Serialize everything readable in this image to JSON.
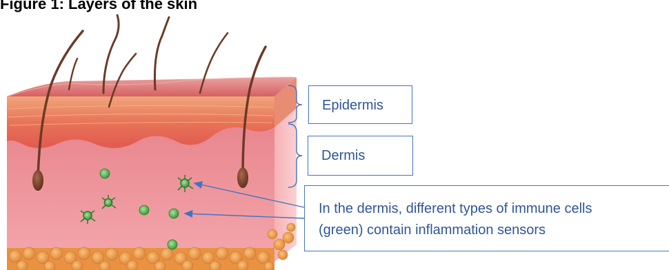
{
  "title": "Figure 1: Layers of the skin",
  "labels": {
    "epidermis": "Epidermis",
    "dermis": "Dermis",
    "note_line1": "In the dermis, different types of immune cells",
    "note_line2": "(green) contain inflammation sensors"
  },
  "colors": {
    "callout_border": "#4472c4",
    "callout_text": "#2f5597",
    "epidermis": "#e8735a",
    "dermis": "#f29aa0",
    "fat": "#f0a050",
    "hair": "#6b3a25",
    "immune_cell": "#5cb85c"
  },
  "icons": [
    "skin-cross-section-illustration",
    "hair-icon",
    "hair-follicle-icon",
    "immune-cell-icon",
    "arrow-icon",
    "brace-icon"
  ]
}
